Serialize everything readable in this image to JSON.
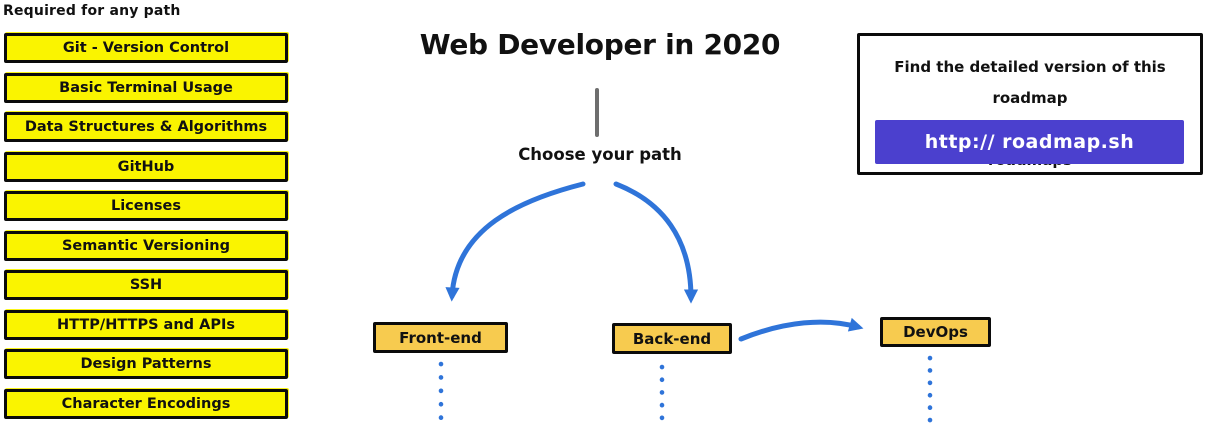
{
  "sidebar": {
    "heading": "Required for any path",
    "items": [
      {
        "label": "Git - Version Control"
      },
      {
        "label": "Basic Terminal Usage"
      },
      {
        "label": "Data Structures & Algorithms"
      },
      {
        "label": "GitHub"
      },
      {
        "label": "Licenses"
      },
      {
        "label": "Semantic Versioning"
      },
      {
        "label": "SSH"
      },
      {
        "label": "HTTP/HTTPS and APIs"
      },
      {
        "label": "Design Patterns"
      },
      {
        "label": "Character Encodings"
      }
    ]
  },
  "header": {
    "title": "Web Developer in 2020",
    "prompt": "Choose your path"
  },
  "info_box": {
    "line1": "Find the detailed version of this roadmap",
    "line2": "along with resources and other roadmaps",
    "button_label": "http:// roadmap.sh"
  },
  "path": {
    "nodes": [
      {
        "label": "Front-end"
      },
      {
        "label": "Back-end"
      },
      {
        "label": "DevOps"
      }
    ]
  },
  "colors": {
    "sidebar_box": "#FAF400",
    "path_box": "#F7CB4F",
    "arrow_blue": "#2F74D9",
    "connector_gray": "#6E6E6E",
    "button_purple": "#4B40CE"
  }
}
